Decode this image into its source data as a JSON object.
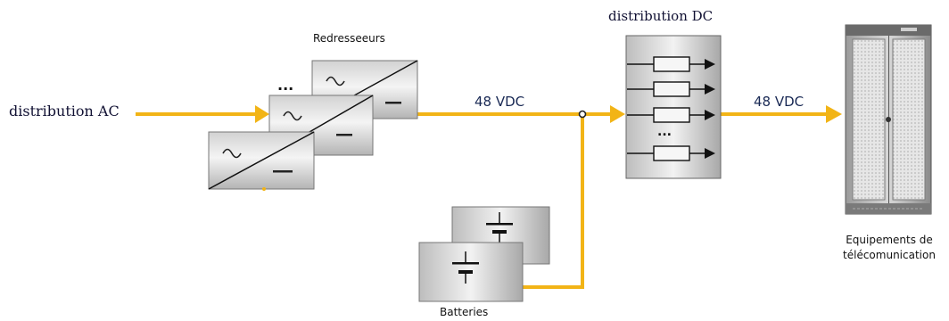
{
  "labels": {
    "distribution_ac": "distribution AC",
    "rectifiers": "Redresseeurs",
    "ellipsis": "...",
    "vdc_left": "48 VDC",
    "distribution_dc": "distribution DC",
    "vdc_right": "48 VDC",
    "batteries": "Batteries",
    "telecom_line1": "Equipements de",
    "telecom_line2": "télécomunication"
  },
  "colors": {
    "wire": "#f2b416",
    "box_dark": "#8c8c8c",
    "box_light": "#f0f0f0",
    "arrow_dark": "#111111"
  },
  "icons": {
    "ac": "sine-wave-icon",
    "dc": "dc-bar-icon",
    "battery": "battery-icon",
    "fuse": "fuse-icon"
  }
}
